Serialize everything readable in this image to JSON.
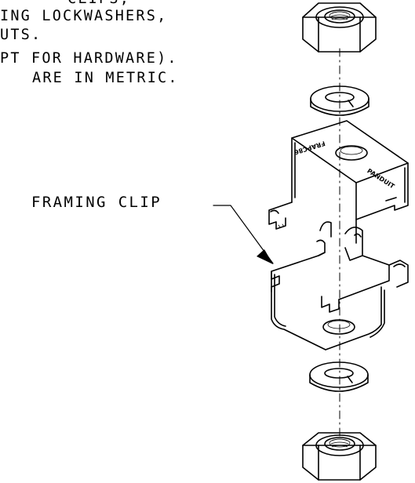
{
  "notes": {
    "line1": "CLIPS,",
    "line2": "ING LOCKWASHERS,",
    "line3": "UTS.",
    "line4": "PT FOR HARDWARE).",
    "line5": "ARE IN METRIC."
  },
  "callout": {
    "label": "FRAMING CLIP"
  },
  "clip": {
    "brand_top": "FRAPC86",
    "brand_side": "PANDUIT"
  }
}
